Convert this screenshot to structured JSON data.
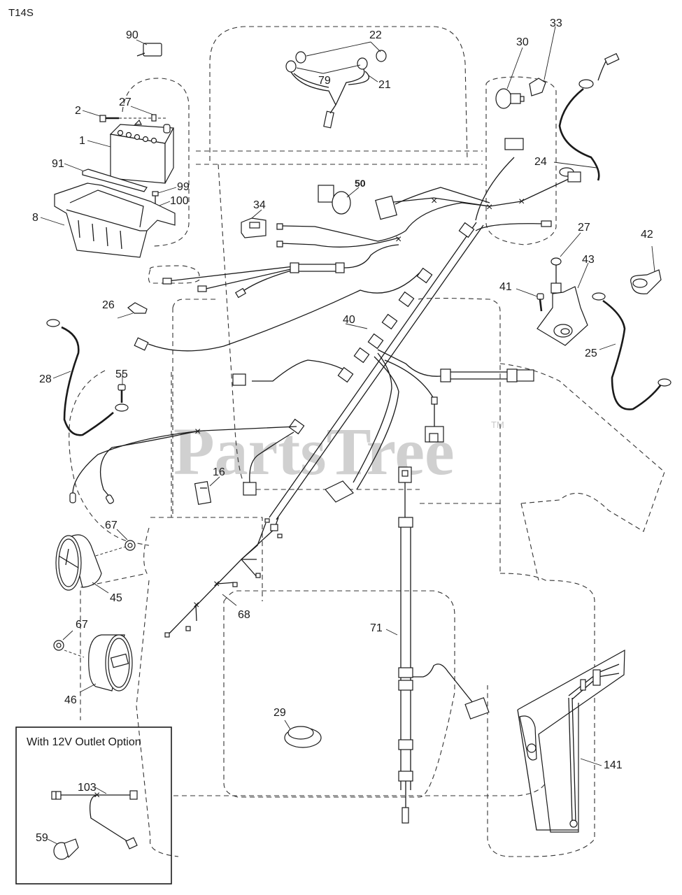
{
  "diagram": {
    "model_code": "T14S",
    "watermark": "PartsTree",
    "watermark_tm": "TM",
    "inset_title": "With 12V Outlet Option"
  },
  "callouts": {
    "p90": "90",
    "p22": "22",
    "p30": "30",
    "p33": "33",
    "p79": "79",
    "p21": "21",
    "p2": "2",
    "p27a": "27",
    "p1": "1",
    "p91": "91",
    "p99": "99",
    "p100": "100",
    "p8": "8",
    "p24": "24",
    "p50": "50",
    "p34": "34",
    "p27b": "27",
    "p42": "42",
    "p43": "43",
    "p41": "41",
    "p26": "26",
    "p40": "40",
    "p25": "25",
    "p28": "28",
    "p55": "55",
    "p16": "16",
    "p67a": "67",
    "p45": "45",
    "p68": "68",
    "p67b": "67",
    "p71": "71",
    "p46": "46",
    "p29": "29",
    "p141": "141",
    "p103": "103",
    "p59": "59"
  }
}
